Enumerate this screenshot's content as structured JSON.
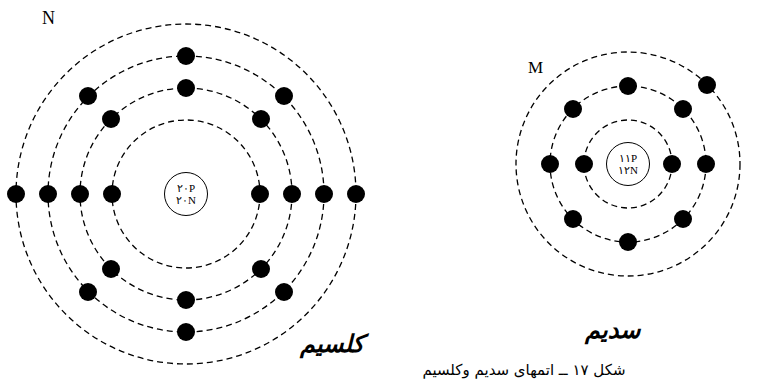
{
  "diagram": {
    "caption": "شکل ۱۷ ــ اتمهای سدیم وکلسیم",
    "nodes": [
      {
        "text": [
          "۲۰P",
          "۲۰N"
        ]
      },
      {
        "text": [
          "۱۱P",
          "۱۲N"
        ]
      }
    ],
    "labels": [
      "N",
      "کلسیم",
      "M",
      "سدیم"
    ]
  }
}
